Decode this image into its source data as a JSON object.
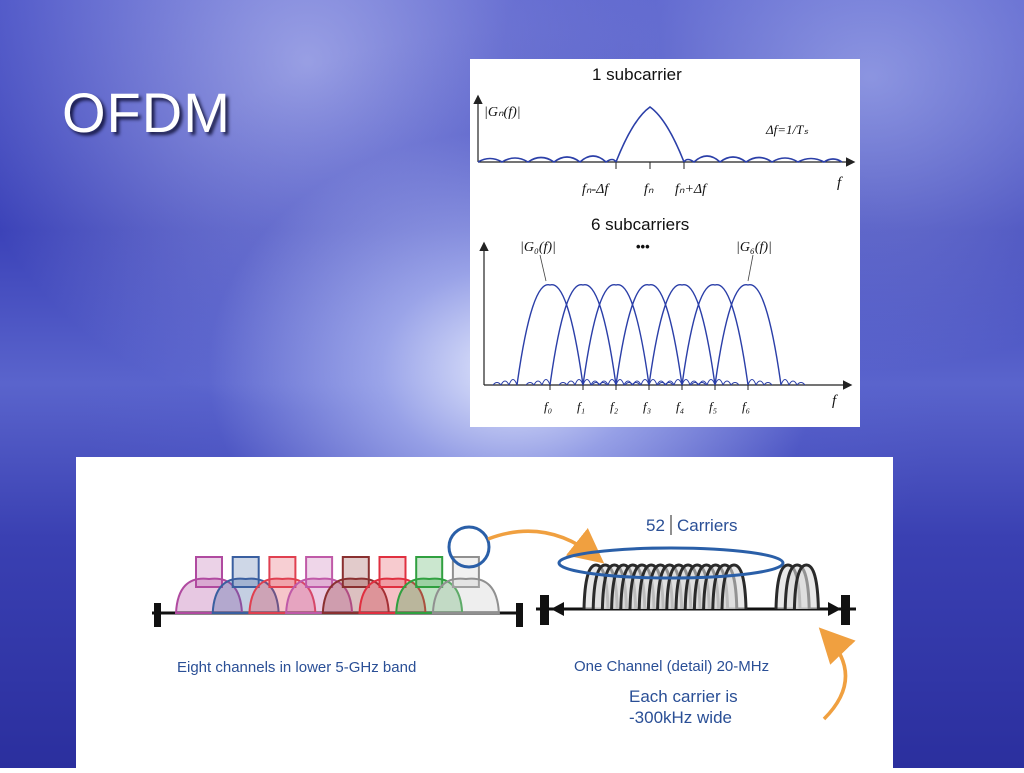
{
  "slide": {
    "title": "OFDM"
  },
  "top_figure": {
    "panel1": {
      "title": "1 subcarrier",
      "y_label": "|Gₙ(f)|",
      "annotation": "Δf=1/Tₛ",
      "x_ticks": [
        "fₙ-Δf",
        "fₙ",
        "fₙ+Δf"
      ],
      "x_axis": "f"
    },
    "panel2": {
      "title": "6 subcarriers",
      "label_left": "|G₀(f)|",
      "ellipsis": "•••",
      "label_right": "|G₆(f)|",
      "x_ticks": [
        "f₀",
        "f₁",
        "f₂",
        "f₃",
        "f₄",
        "f₅",
        "f₆"
      ],
      "x_axis": "f"
    }
  },
  "bottom_figure": {
    "carriers_prefix": "52",
    "carriers_label": "Carriers",
    "left_caption": "Eight channels in lower 5-GHz band",
    "right_caption": "One Channel (detail) 20-MHz",
    "note_line1": "Each carrier is",
    "note_line2": "-300kHz wide",
    "colors": {
      "caption_blue": "#2a4f96",
      "ellipse_blue": "#2a5fa8",
      "arrow_orange": "#f0a040",
      "channels": [
        "#b04aa0",
        "#3a5fa0",
        "#e04050",
        "#c05aa8",
        "#8a3030",
        "#e03040",
        "#30a040",
        "#909090"
      ]
    }
  }
}
